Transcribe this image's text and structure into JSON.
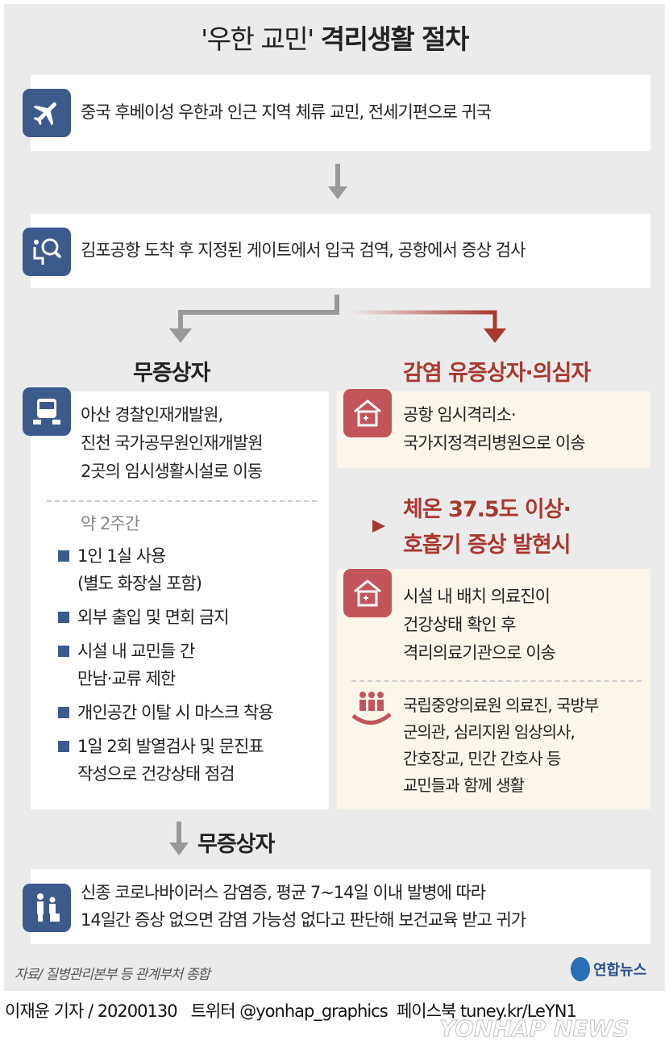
{
  "title": {
    "light": "'우한 교민'",
    "bold": "격리생활 절차"
  },
  "step1": {
    "icon": "airplane-icon",
    "text": "중국 후베이성 우한과 인근 지역 체류 교민, 전세기편으로 귀국"
  },
  "step2": {
    "icon": "quarantine-search-icon",
    "text": "김포공항 도착 후 지정된 게이트에서 입국 검역, 공항에서 증상 검사"
  },
  "left": {
    "heading": "무증상자",
    "lines": [
      "아산 경찰인재개발원,",
      "진천 국가공무원인재개발원",
      "2곳의 임시생활시설로 이동"
    ],
    "period": "약 2주간",
    "bullets": [
      [
        "1인 1실 사용",
        "(별도 화장실 포함)"
      ],
      [
        "외부 출입 및 면회 금지"
      ],
      [
        "시설 내 교민들 간",
        "만남·교류 제한"
      ],
      [
        "개인공간 이탈 시 마스크 착용"
      ],
      [
        "1일 2회 발열검사 및 문진표",
        "작성으로 건강상태 점검"
      ]
    ]
  },
  "right": {
    "heading": "감염 유증상자·의심자",
    "lines": [
      "공항 임시격리소·",
      "국가지정격리병원으로 이송"
    ],
    "heading2": [
      "체온 37.5도 이상·",
      "호흡기 증상 발현시"
    ],
    "lines2": [
      "시설 내 배치 의료진이",
      "건강상태 확인 후",
      "격리의료기관으로 이송"
    ],
    "staff": [
      "국립중앙의료원 의료진, 국방부",
      "군의관, 심리지원 임상의사,",
      "간호장교, 민간 간호사 등",
      "교민들과 함께 생활"
    ]
  },
  "final": {
    "heading": "무증상자",
    "lines": [
      "신종 코로나바이러스 감염증, 평균 7~14일 이내 발병에 따라",
      "14일간 증상 없으면 감염 가능성 없다고 판단해 보건교육 받고 귀가"
    ]
  },
  "source": "자료/ 질병관리본부 등 관계부처 종합",
  "logo": "연합뉴스",
  "credit": "이재윤 기자 / 20200130   트위터 @yonhap_graphics  페이스북 tuney.kr/LeYN1",
  "watermark": "YONHAP NEWS",
  "colors": {
    "navy": "#3c5a8c",
    "red": "#a8382f",
    "bg": "#ebebeb",
    "cream": "#fbf5ea"
  }
}
